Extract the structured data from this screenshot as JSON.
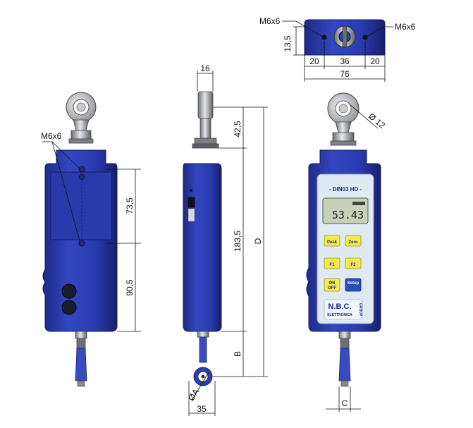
{
  "front_view": {
    "thread_label": "M6x6",
    "dim_hole_spacing": "73,5",
    "dim_lower": "90,5"
  },
  "side_view": {
    "dim_width_top": "16",
    "dim_eyebolt": "42,5",
    "dim_body": "183,5",
    "dim_total": "D",
    "dim_bottom": "B",
    "dim_bottom_diameter": "ØA",
    "dim_bottom_width": "35"
  },
  "top_view": {
    "thread_left": "M6x6",
    "thread_right": "M6x6",
    "dim_height": "13,5",
    "dim_left": "20",
    "dim_center": "36",
    "dim_right": "20",
    "dim_total": "76"
  },
  "display_view": {
    "dim_eye_diameter": "Ø 12",
    "model_label": "- DIN03 HD -",
    "lcd_value": "53.43",
    "btn_peak": "Peak",
    "btn_zero": "Zero",
    "btn_f1": "F1",
    "btn_f2": "F2",
    "btn_on": "ON",
    "btn_off": "OFF",
    "btn_setup": "Setup",
    "brand_name": "N.B.C.",
    "brand_sub": "ELETTRONICA",
    "brand_group": "GROUP",
    "dim_bottom": "C"
  },
  "colors": {
    "body_blue": "#2b3fae",
    "body_dark": "#1a2578",
    "panel": "#dfe9f2",
    "lcd": "#c9d0b8",
    "button_yellow": "#f3e94a",
    "button_blue": "#2a4db8"
  }
}
